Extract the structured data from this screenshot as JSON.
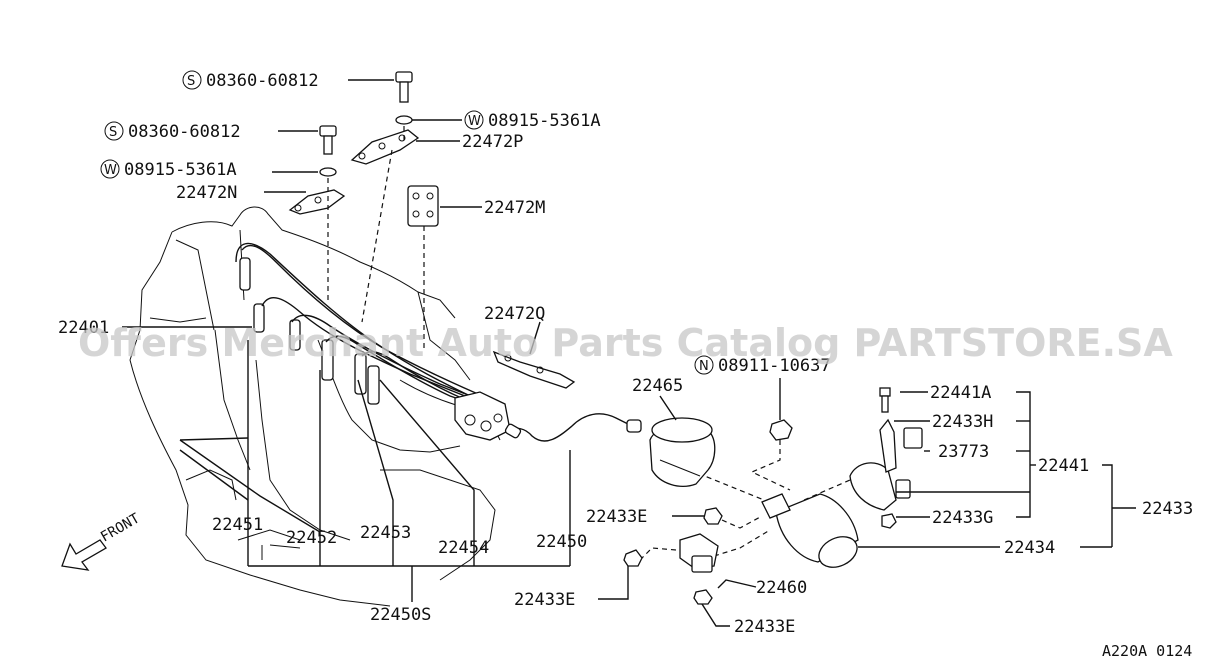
{
  "watermark": "Offers Merchant Auto Parts Catalog PARTSTORE.SA",
  "figure_code": "A220A 0124",
  "front_label": "FRONT",
  "callouts": {
    "bolt_top": "08360-60812",
    "bolt_top_sym": "S",
    "bolt_mid": "08360-60812",
    "bolt_mid_sym": "S",
    "washer_left": "08915-5361A",
    "washer_left_sym": "W",
    "washer_right": "08915-5361A",
    "washer_right_sym": "W",
    "clip_p": "22472P",
    "clip_n": "22472N",
    "clip_m": "22472M",
    "clip_q": "22472Q",
    "plug": "22401",
    "nut_n": "08911-10637",
    "nut_n_sym": "N",
    "cap": "22465",
    "bolt_a": "22441A",
    "bracket_h": "22433H",
    "rubber": "23773",
    "bracket": "22441",
    "coil_asm": "22433",
    "nut_g": "22433G",
    "coil": "22434",
    "nut_e1": "22433E",
    "nut_e2": "22433E",
    "nut_e3": "22433E",
    "resistor": "22460",
    "wire1": "22451",
    "wire2": "22452",
    "wire3": "22453",
    "wire4": "22454",
    "wire_coil": "22450",
    "wire_set": "22450S"
  }
}
